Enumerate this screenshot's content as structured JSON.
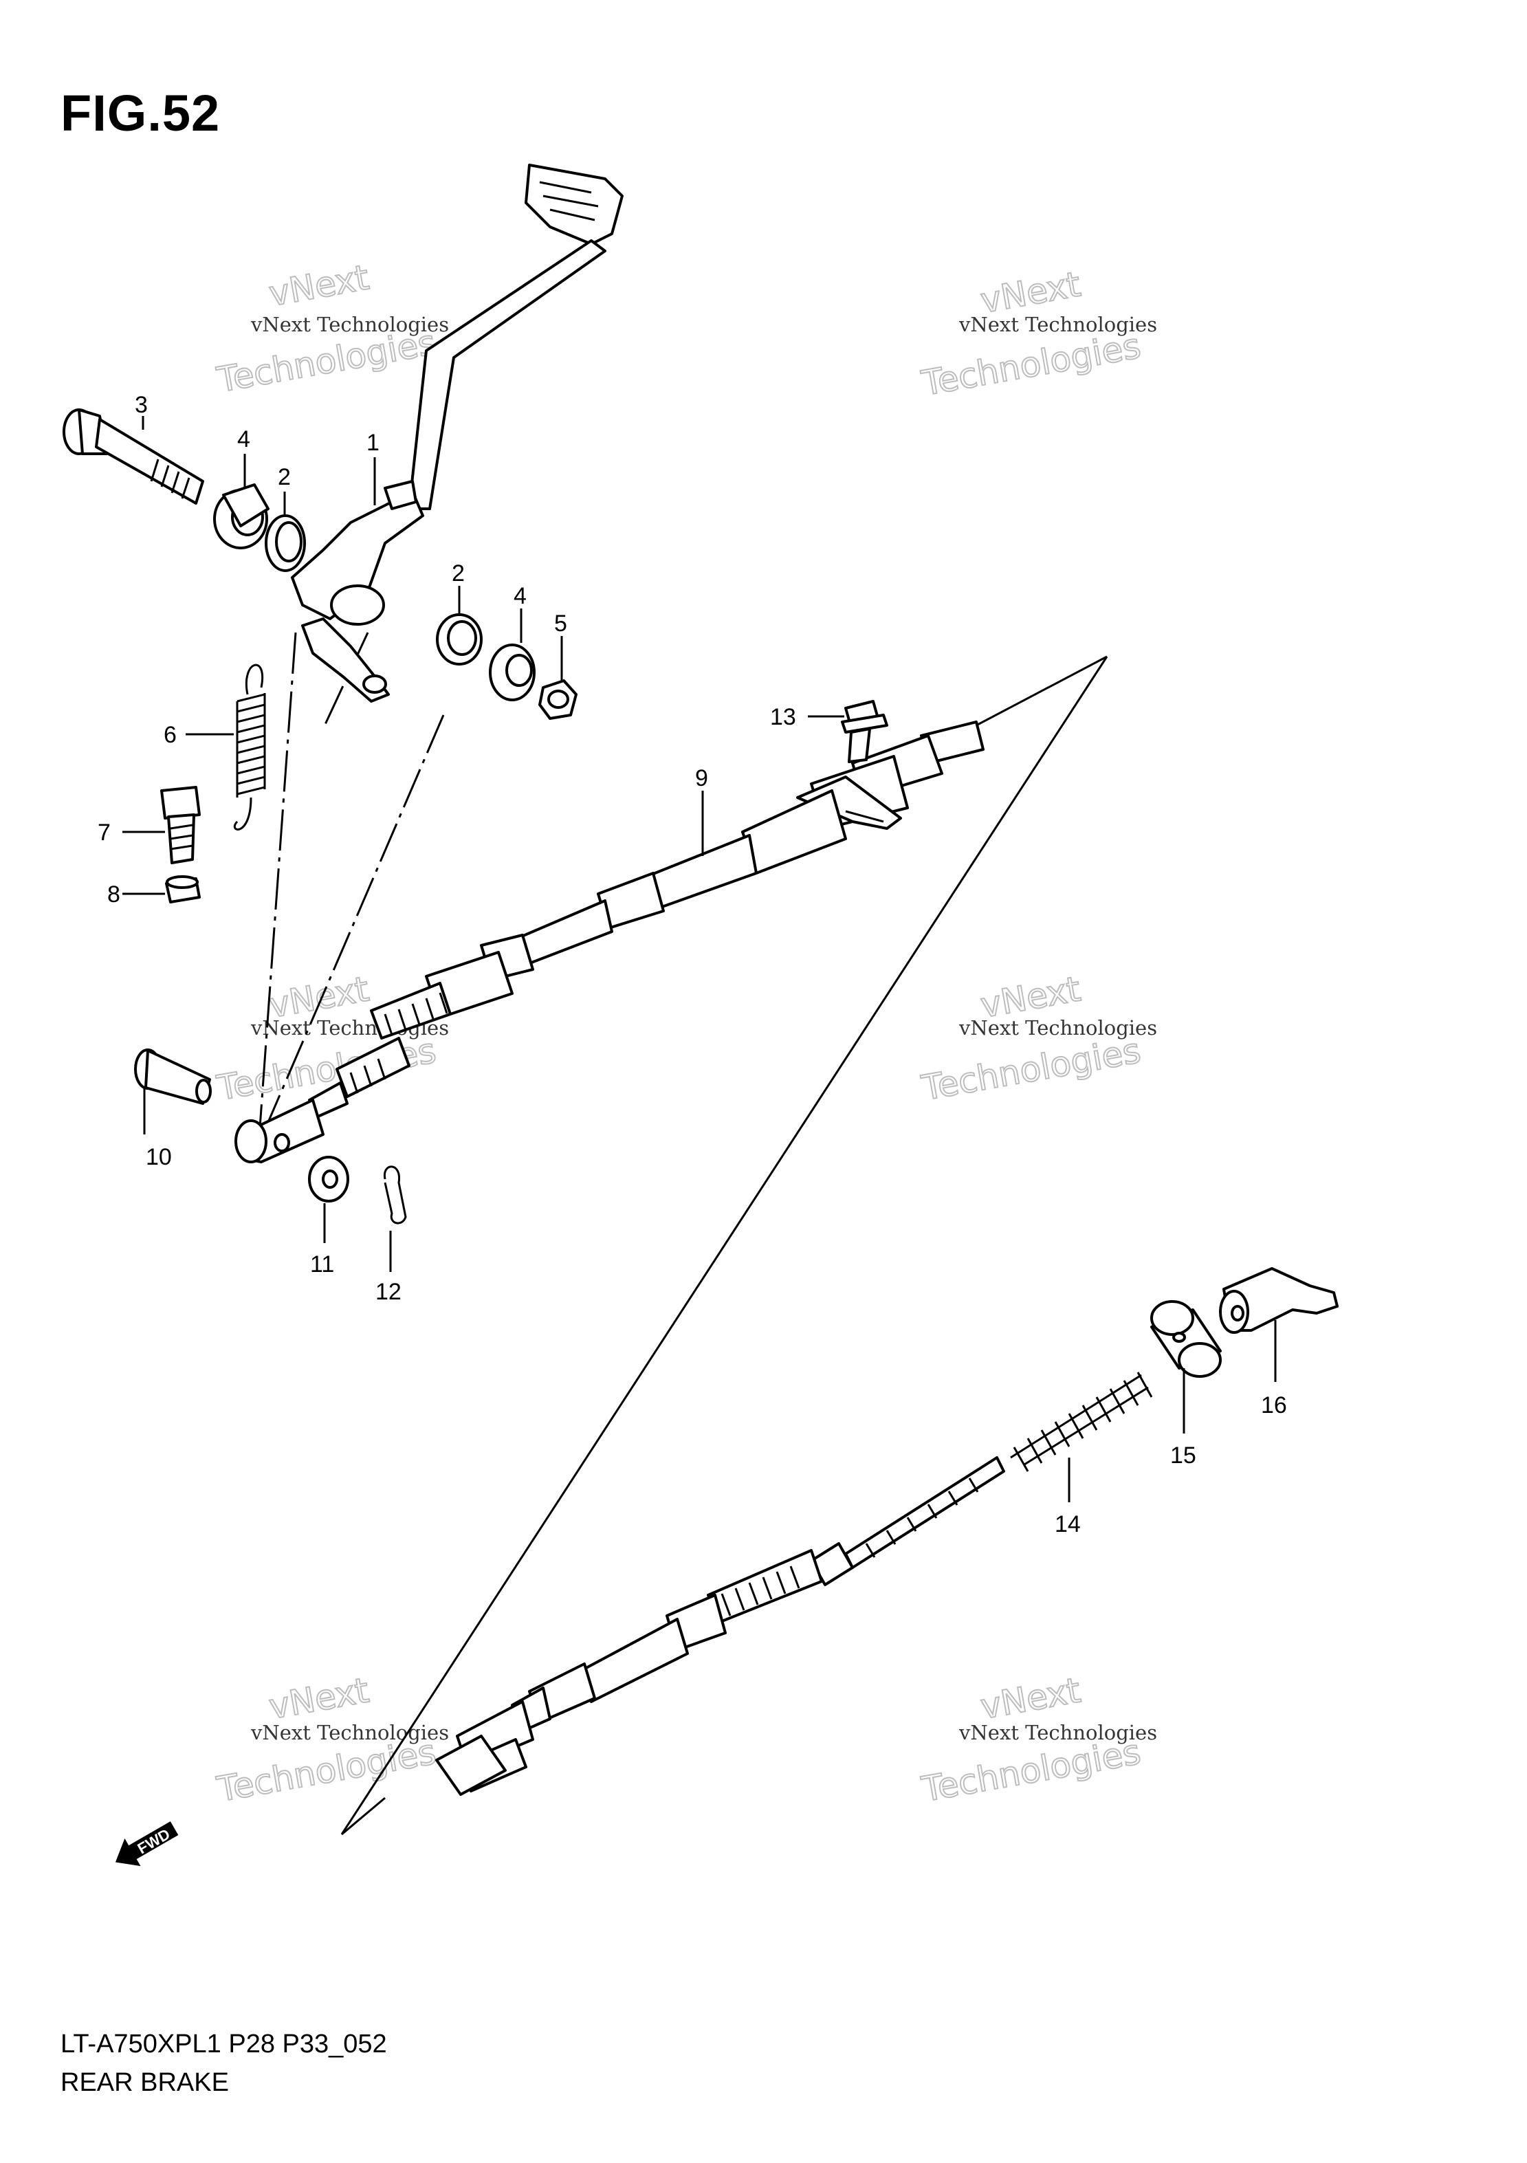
{
  "figure": {
    "title": "FIG.52"
  },
  "footer": {
    "code": "LT-A750XPL1 P28 P33_052",
    "name": "REAR BRAKE"
  },
  "watermark": {
    "line1": "vNext Technologies",
    "line2": "vNext",
    "line3": "Technologies"
  },
  "direction_badge": {
    "label": "FWD"
  },
  "callouts": {
    "c1": "1",
    "c2a": "2",
    "c2b": "2",
    "c3": "3",
    "c4a": "4",
    "c4b": "4",
    "c5": "5",
    "c6": "6",
    "c7": "7",
    "c8": "8",
    "c9": "9",
    "c10": "10",
    "c11": "11",
    "c12": "12",
    "c13": "13",
    "c14": "14",
    "c15": "15",
    "c16": "16"
  }
}
